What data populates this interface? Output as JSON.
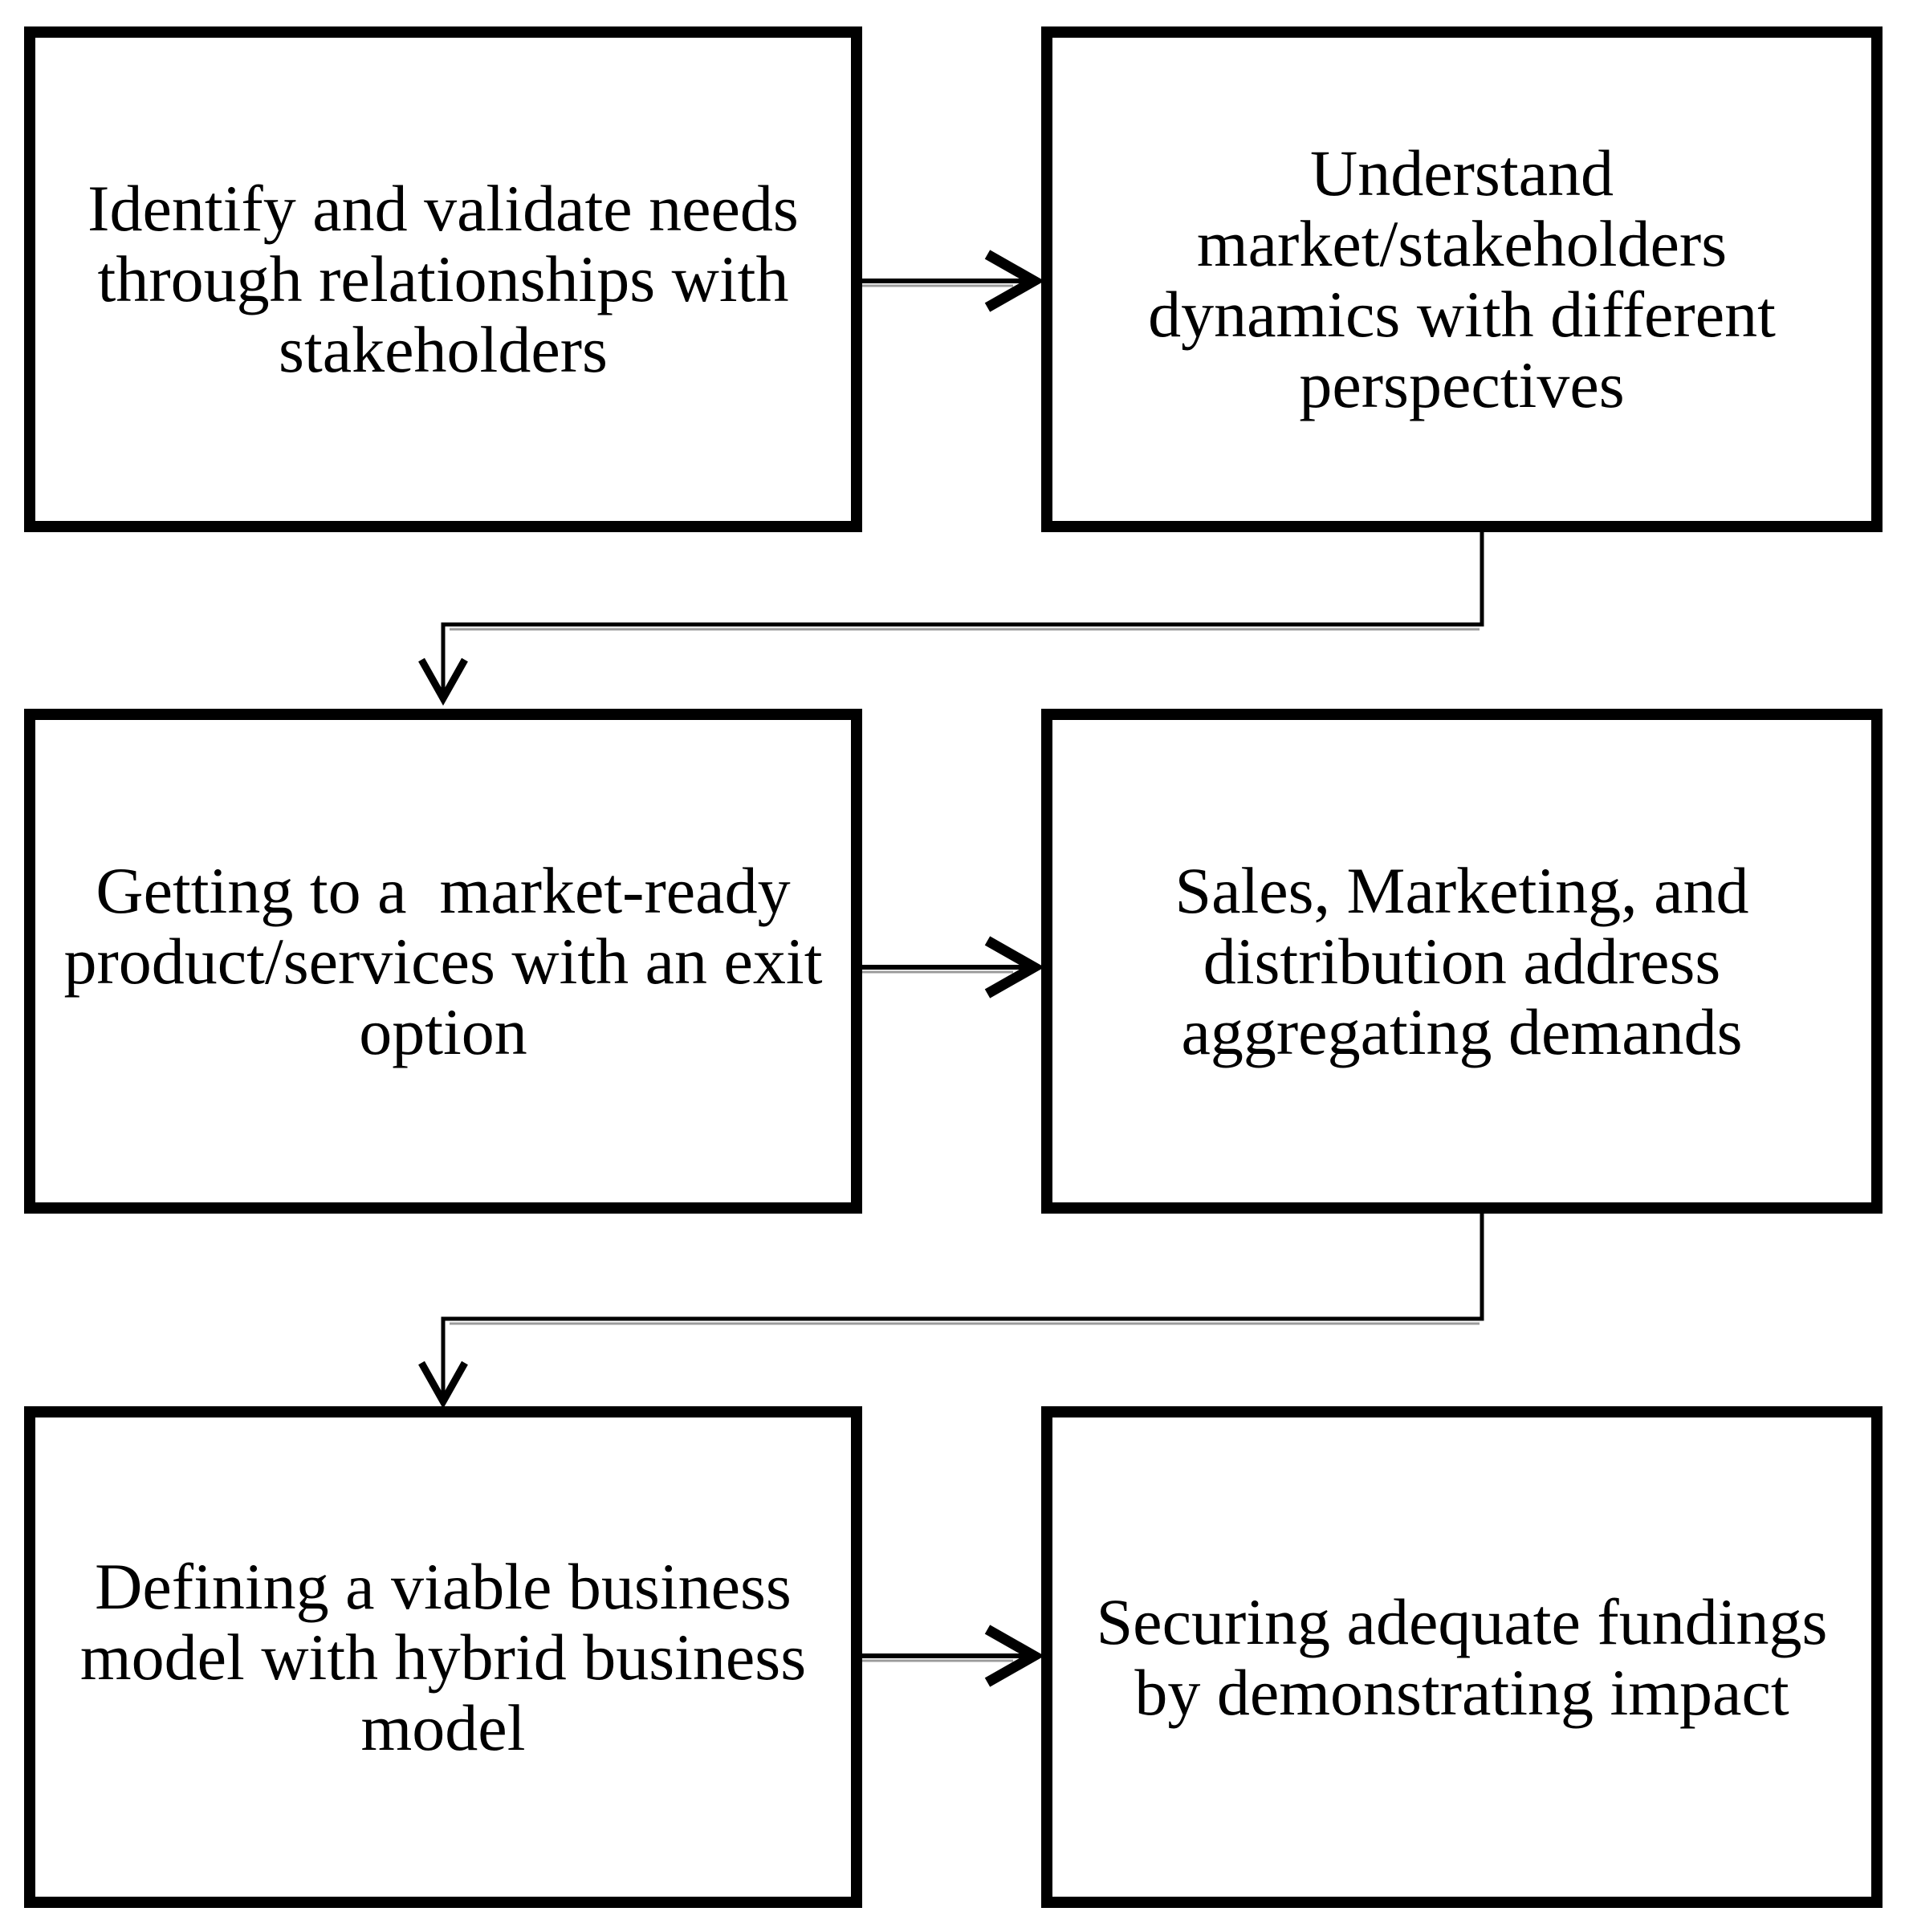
{
  "diagram": {
    "type": "flowchart",
    "colors": {
      "background": "#ffffff",
      "box_fill": "#ffffff",
      "box_border": "#000000",
      "text": "#000000",
      "arrow": "#000000"
    },
    "boxes": [
      {
        "id": "identify-needs",
        "text": "Identify and validate needs\nthrough relationships with\nstakeholders"
      },
      {
        "id": "understand-market",
        "text": "Understand\nmarket/stakeholders\ndynamics with different\nperspectives"
      },
      {
        "id": "market-ready-product",
        "text": "Getting to a  market-ready\nproduct/services with an exit\noption"
      },
      {
        "id": "sales-marketing-distribution",
        "text": "Sales, Marketing, and\ndistribution address\naggregating demands"
      },
      {
        "id": "viable-business-model",
        "text": "Defining a viable business\nmodel with hybrid business\nmodel"
      },
      {
        "id": "securing-fundings",
        "text": "Securing adequate fundings\nby demonstrating impact"
      }
    ],
    "connections": [
      {
        "from": "identify-needs",
        "to": "understand-market",
        "style": "straight-arrow-right"
      },
      {
        "from": "understand-market",
        "to": "market-ready-product",
        "style": "elbow-down-left-down-arrow"
      },
      {
        "from": "market-ready-product",
        "to": "sales-marketing-distribution",
        "style": "straight-arrow-right"
      },
      {
        "from": "sales-marketing-distribution",
        "to": "viable-business-model",
        "style": "elbow-down-left-down-arrow"
      },
      {
        "from": "viable-business-model",
        "to": "securing-fundings",
        "style": "straight-arrow-right"
      }
    ]
  }
}
